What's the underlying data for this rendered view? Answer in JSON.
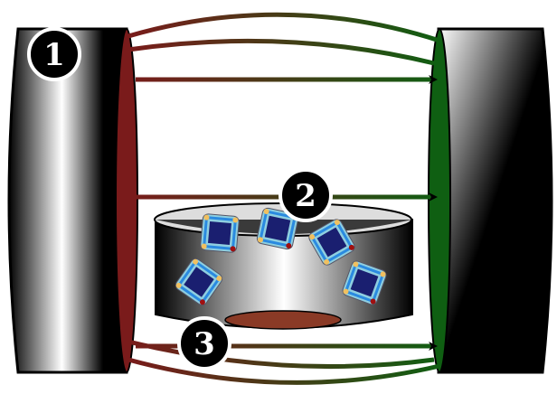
{
  "badges": {
    "one": "1",
    "two": "2",
    "three": "3"
  },
  "colors": {
    "pole_left": "#7a1b1b",
    "pole_right": "#0f5f12",
    "crucible_spot": "#8a3a26",
    "cube_dark": "#1a1f70",
    "cube_light": "#8fe0f0"
  }
}
